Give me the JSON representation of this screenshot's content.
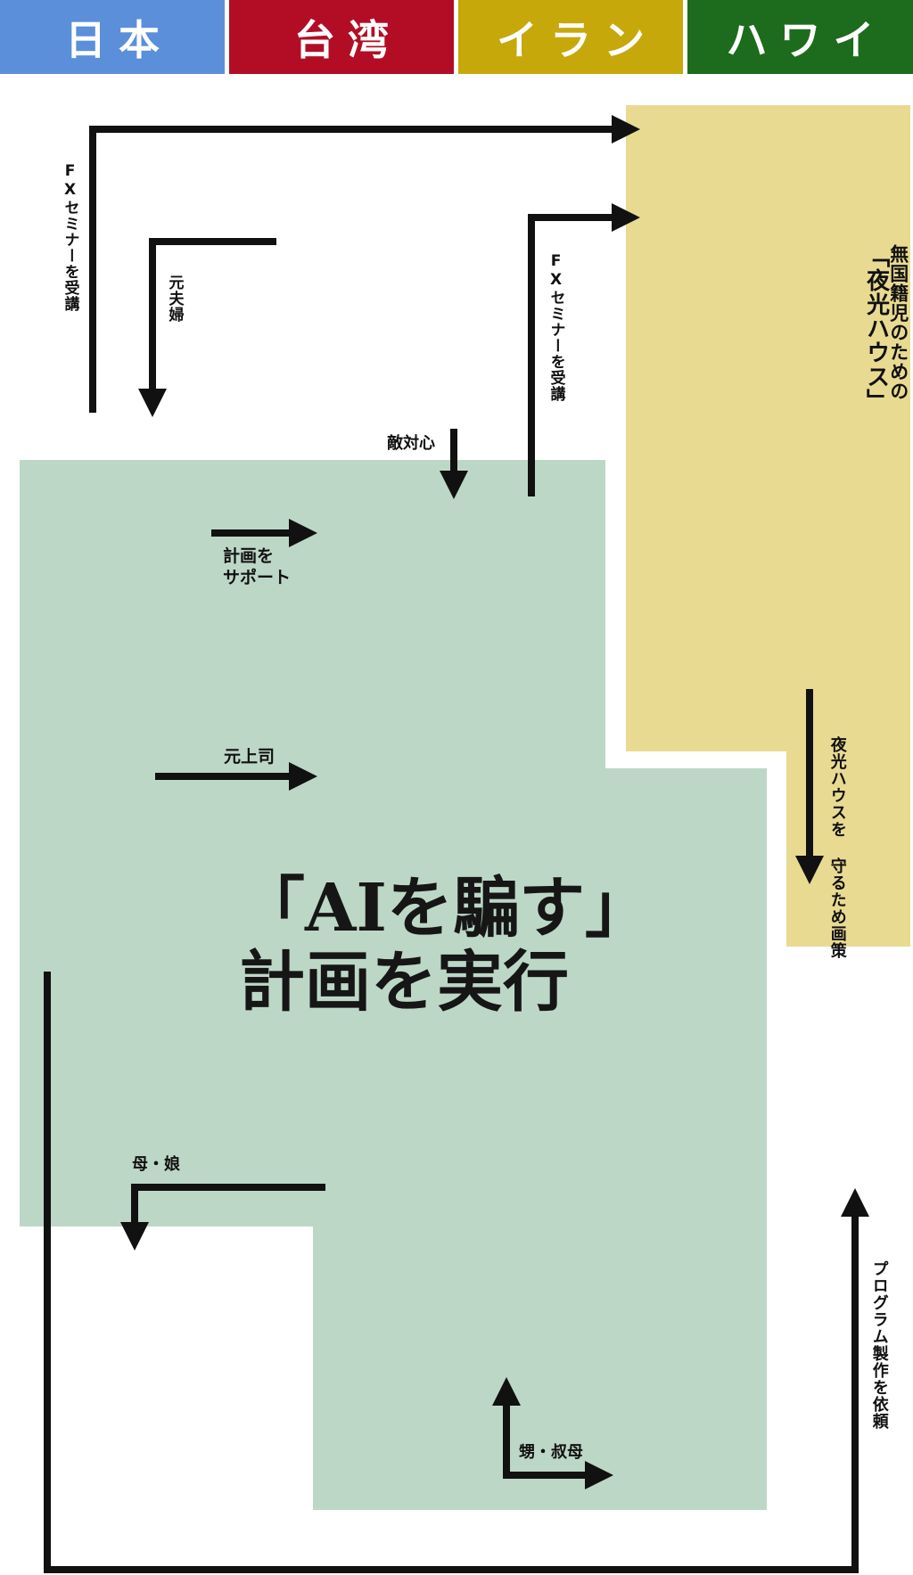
{
  "colors": {
    "japan": "#5b8fd9",
    "taiwan": "#b30d26",
    "iran": "#c6a80a",
    "hawaii": "#1d6b1d",
    "plan_area": "#bdd7c7",
    "house_area": "#e9da91",
    "arrow": "#111111"
  },
  "tabs": [
    {
      "label": "日本"
    },
    {
      "label": "台湾"
    },
    {
      "label": "イラン"
    },
    {
      "label": "ハワイ"
    }
  ],
  "house_area": {
    "title_line1": "無国籍児のための",
    "title_line2": "「夜光ハウス」"
  },
  "plan_area": {
    "title_line1": "「AIを騙す」",
    "title_line2": "計画を実行"
  },
  "edges": [
    {
      "label": "FXセミナーを受講"
    },
    {
      "label": "元夫婦"
    },
    {
      "label": "FXセミナーを受講"
    },
    {
      "label": "敵対心"
    },
    {
      "label": "計画を\nサポート"
    },
    {
      "label": "元上司"
    },
    {
      "label": "夜光ハウスを\n守るため画策"
    },
    {
      "label": "母・娘"
    },
    {
      "label": "甥・叔母"
    },
    {
      "label": "プログラム製作を依頼"
    }
  ]
}
